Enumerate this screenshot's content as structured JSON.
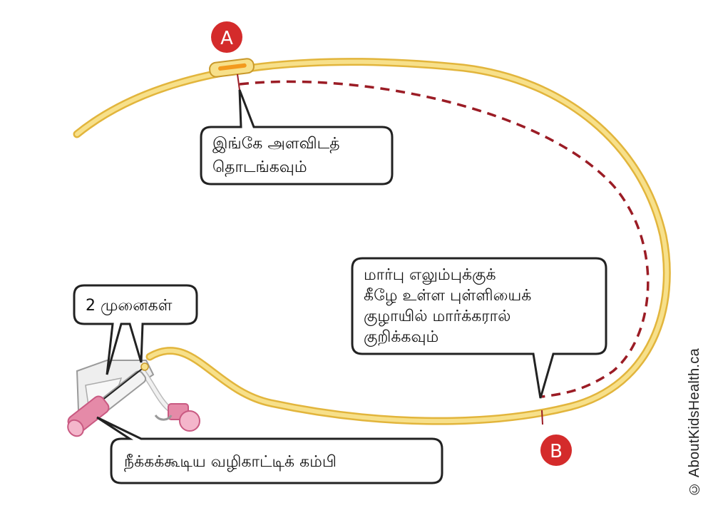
{
  "labels": {
    "marker_a": "A",
    "marker_b": "B",
    "callout_start": [
      "இங்கே அளவிடத்",
      "தொடங்கவும்"
    ],
    "callout_lumens": "2 முனைகள்",
    "callout_mark": [
      "மார்பு எலும்புக்குக்",
      "கீழே உள்ள புள்ளியைக்",
      "குழாயில் மார்க்கரால்",
      "குறிக்கவும்"
    ],
    "callout_stylet": "நீக்கக்கூடிய வழிகாட்டிக் கம்பி"
  },
  "credit": "© AboutKidsHealth.ca",
  "colors": {
    "tube_fill": "#f7e08a",
    "tube_outline": "#e2b53c",
    "dashed_line": "#9b1c25",
    "badge": "#d42b2b",
    "hub_pink": "#e58aa8",
    "hub_dark": "#c95a82",
    "hub_light": "#f4b6cb",
    "clear_plastic": "#e9e9e9"
  },
  "icons": {
    "marker_a": "red-circle-badge",
    "marker_b": "red-circle-badge",
    "catheter": "catheter-tube-drawing",
    "hub": "double-lumen-hub-drawing"
  }
}
